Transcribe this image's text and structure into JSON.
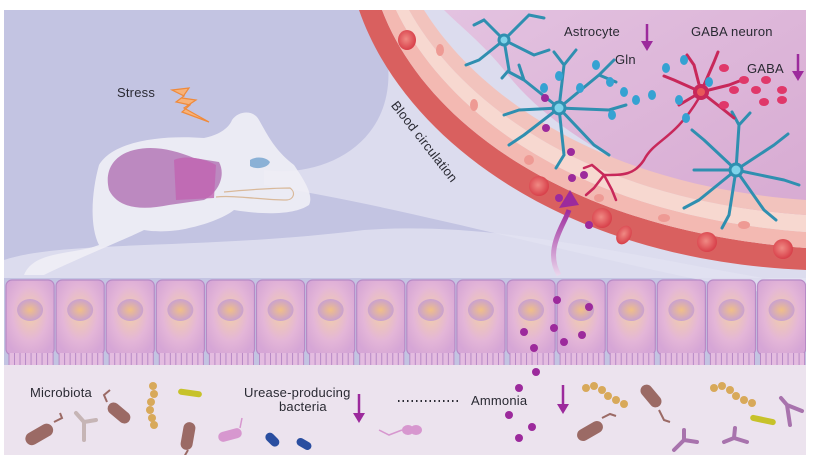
{
  "figure": {
    "labels": {
      "stress": "Stress",
      "blood_circulation": "Blood circulation",
      "astrocyte": "Astrocyte",
      "gln": "Gln",
      "gaba_neuron": "GABA neuron",
      "gaba": "GABA",
      "microbiota": "Microbiota",
      "urease_line1": "Urease-producing",
      "urease_line2": "bacteria",
      "ammonia": "Ammonia"
    },
    "trends": {
      "gln": "decrease",
      "gaba": "decrease",
      "urease_producing_bacteria": "decrease",
      "ammonia": "decrease"
    },
    "icons": [
      "lightning-bolt-icon",
      "mouse-icon",
      "astrocyte-icon",
      "gaba-neuron-icon",
      "red-blood-cell-icon",
      "epithelial-cell-icon",
      "bacteria-icon",
      "down-arrow-icon",
      "up-arrow-icon"
    ],
    "colors": {
      "background": "#c3c4e2",
      "brain_region": "#e6c6de",
      "vessel": "#e8938f",
      "astrocyte": "#2f8fb0",
      "gaba_neuron": "#c8285a",
      "gln_dot": "#35a2d2",
      "gaba_dot": "#e0386a",
      "ammonia_dot": "#9c2a9c",
      "arrow": "#9c2a9c",
      "epithelium": "#dcb2d8",
      "lumen": "#ece3ee",
      "stress_bolt": "#f08a3a"
    }
  }
}
